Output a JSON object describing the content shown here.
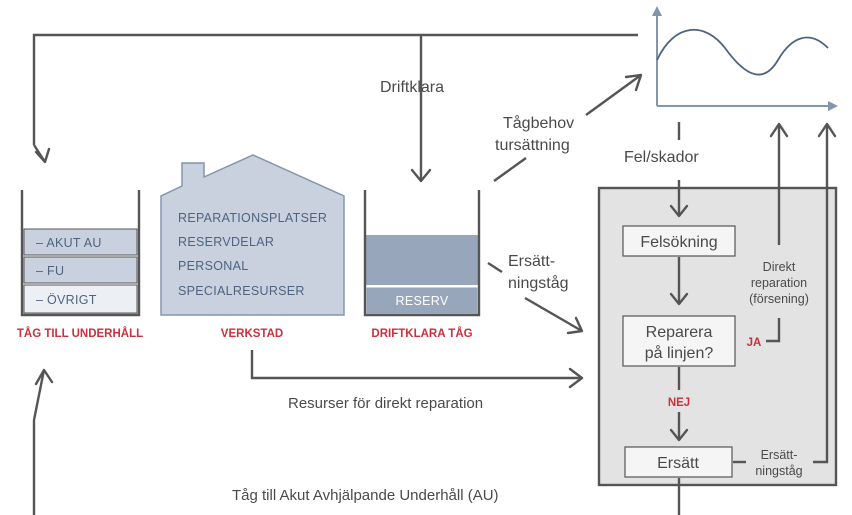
{
  "labels": {
    "driftklara": "Driftklara",
    "tagbehov_1": "Tågbehov",
    "tagbehov_2": "tursättning",
    "fel_skador": "Fel/skador",
    "ersatt_tag_1": "Ersätt-",
    "ersatt_tag_2": "ningståg",
    "resurser": "Resurser för direkt reparation",
    "akut_au": "Tåg till Akut Avhjälpande Underhåll (AU)"
  },
  "underhall": {
    "caption": "TÅG TILL UNDERHÅLL",
    "rows": [
      "– AKUT AU",
      "– FU",
      "– ÖVRIGT"
    ]
  },
  "verkstad": {
    "caption": "VERKSTAD",
    "items": [
      "REPARATIONSPLATSER",
      "RESERVDELAR",
      "PERSONAL",
      "SPECIALRESURSER"
    ]
  },
  "driftklara_tag": {
    "caption": "DRIFTKLARA TÅG",
    "reserv": "RESERV"
  },
  "process": {
    "felsokning": "Felsökning",
    "reparera_1": "Reparera",
    "reparera_2": "på linjen?",
    "ersatt": "Ersätt",
    "ja": "JA",
    "nej": "NEJ",
    "direkt_1": "Direkt",
    "direkt_2": "reparation",
    "direkt_3": "(försening)",
    "ersatt_tag_1": "Ersätt-",
    "ersatt_tag_2": "ningståg"
  },
  "colors": {
    "accent_red": "#c8323c",
    "box_light": "#c9d1de",
    "box_dark": "#98a6bb",
    "panel_gray": "#e3e3e3"
  }
}
